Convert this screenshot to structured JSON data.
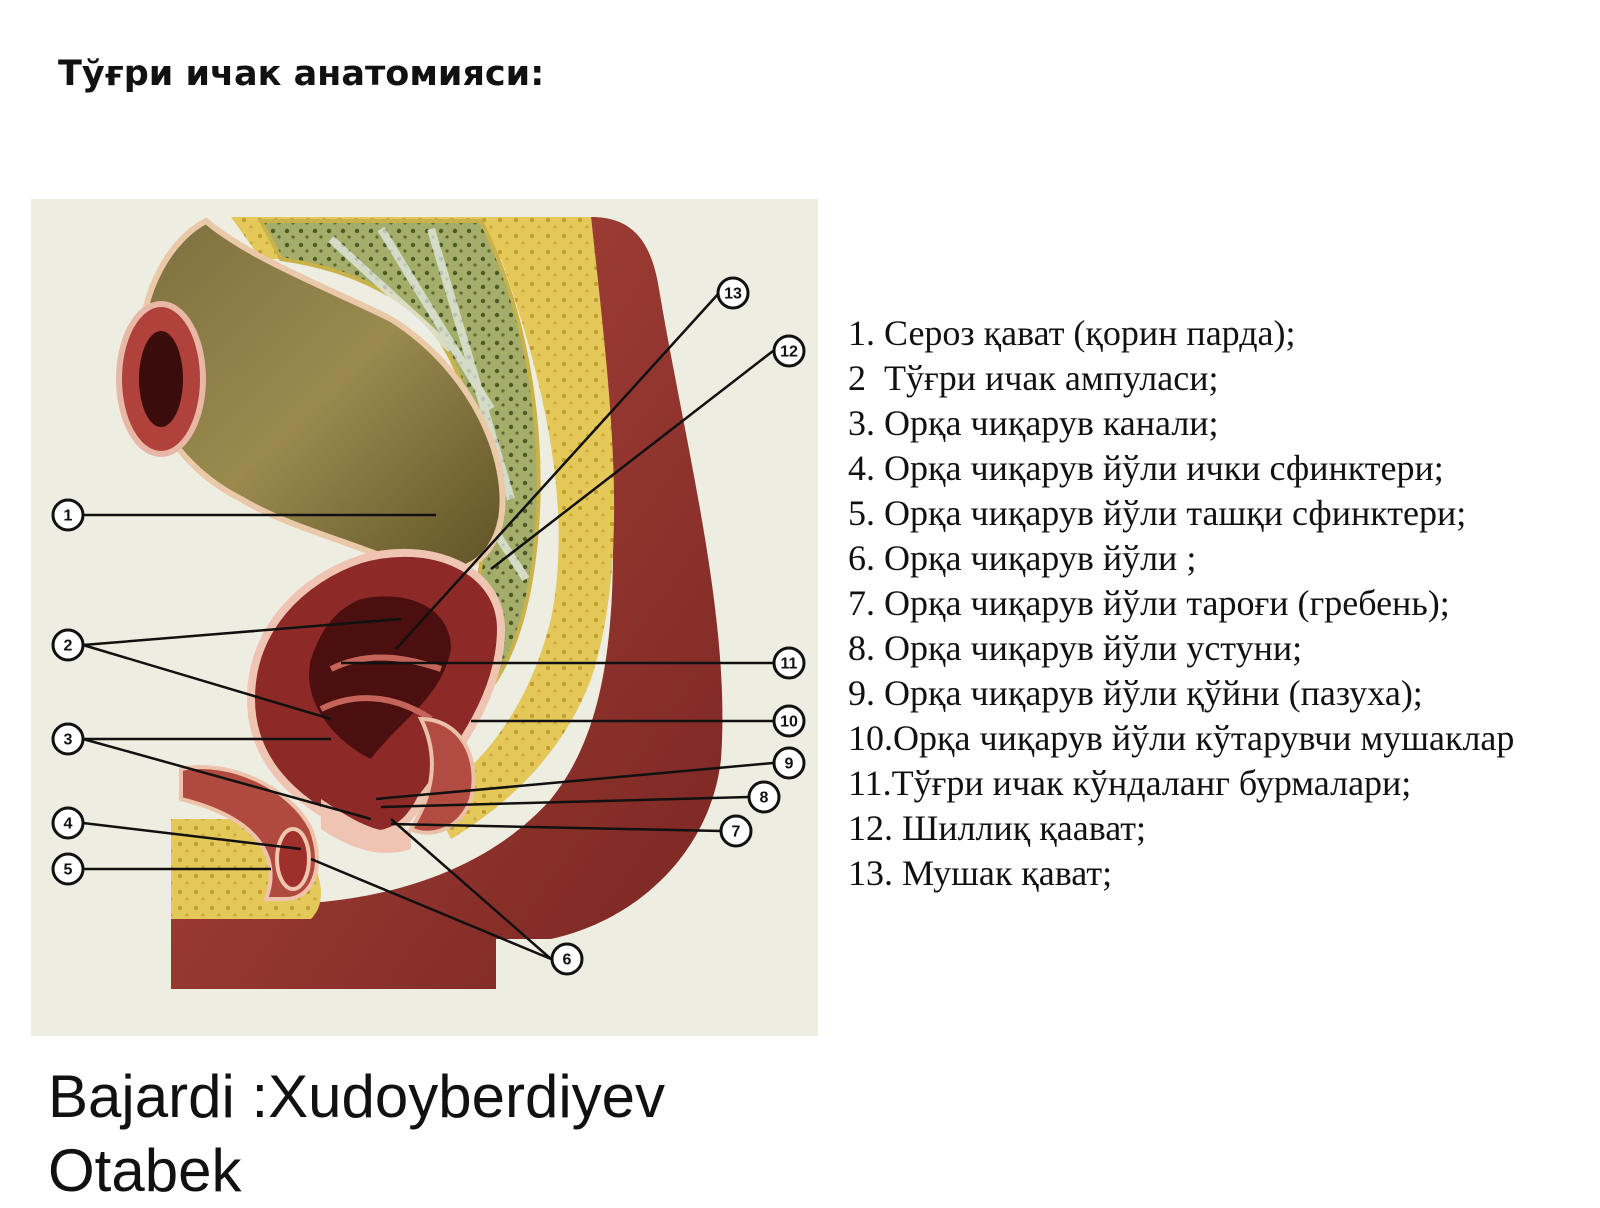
{
  "title": "Тўғри ичак анатомияси:",
  "legend": [
    "1. Сероз қават (қорин парда);",
    "2  Тўғри ичак ампуласи;",
    "3. Орқа чиқарув канали;",
    "4. Орқа чиқарув йўли ички сфинктери;",
    "5. Орқа чиқарув йўли ташқи сфинктери;",
    "6. Орқа чиқарув йўли ;",
    "7. Орқа чиқарув йўли тароғи (гребень);",
    "8. Орқа чиқарув йўли устуни;",
    "9. Орқа чиқарув йўли қўйни (пазуха);",
    "10.Орқа чиқарув йўли кўтарувчи мушаклар",
    "11.Тўғри ичак кўндаланг бурмалари;",
    "12. Шиллиқ қаават;",
    "13. Мушак қават;"
  ],
  "diagram": {
    "labels": [
      "1",
      "2",
      "3",
      "4",
      "5",
      "6",
      "7",
      "8",
      "9",
      "10",
      "11",
      "12",
      "13"
    ]
  },
  "author": "Bajardi :Xudoyberdiyev Otabek",
  "colors": {
    "background": "#eeede2",
    "muscle": "#9c3a30",
    "muscle_dark": "#6e1f1c",
    "fat": "#e3c653",
    "bone": "#8c9a55",
    "mucosa": "#8a7a3e"
  }
}
